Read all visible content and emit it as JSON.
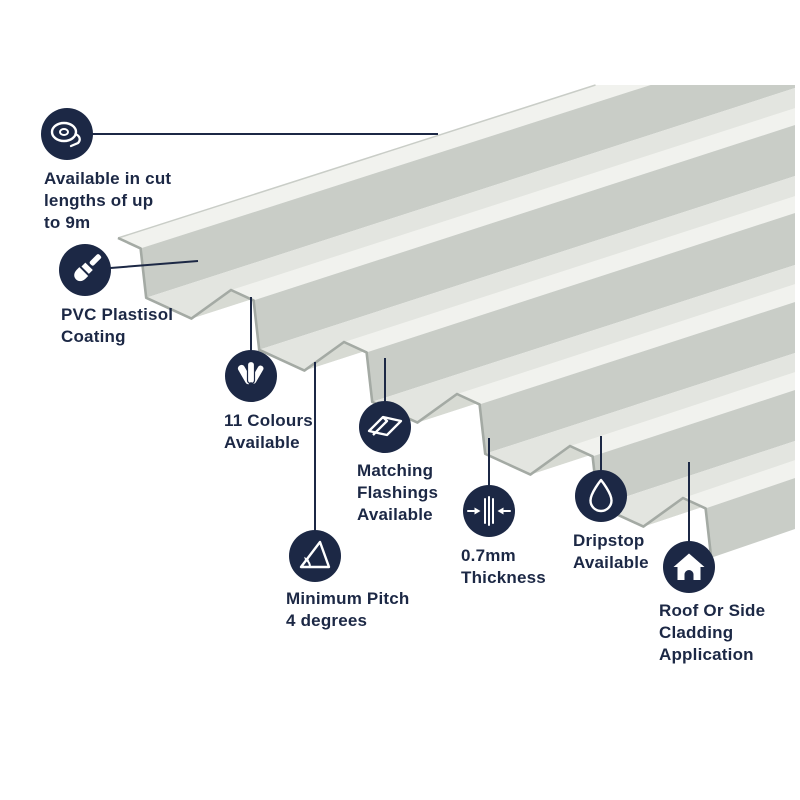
{
  "colors": {
    "navy": "#1c2845",
    "background": "#ffffff",
    "sheet_crest": "#f1f2ee",
    "sheet_valley": "#e3e5e0",
    "sheet_slope_dark": "#c9cdc7",
    "sheet_slope_light": "#d7dad3",
    "sheet_edge": "#a4aaa4"
  },
  "illustration": {
    "subject": "box-profile-corrugated-roofing-sheet"
  },
  "features": [
    {
      "icon": "tape-measure-icon",
      "label": "Available in cut\nlengths of up\nto 9m"
    },
    {
      "icon": "paint-brush-icon",
      "label": "PVC Plastisol\nCoating"
    },
    {
      "icon": "colour-swatches-icon",
      "label": "11 Colours\nAvailable"
    },
    {
      "icon": "flashing-sheet-icon",
      "label": "Matching\nFlashings\nAvailable"
    },
    {
      "icon": "set-square-icon",
      "label": "Minimum Pitch\n4 degrees"
    },
    {
      "icon": "thickness-gauge-icon",
      "label": "0.7mm\nThickness"
    },
    {
      "icon": "water-droplet-icon",
      "label": "Dripstop\nAvailable"
    },
    {
      "icon": "house-icon",
      "label": "Roof Or Side\nCladding\nApplication"
    }
  ]
}
